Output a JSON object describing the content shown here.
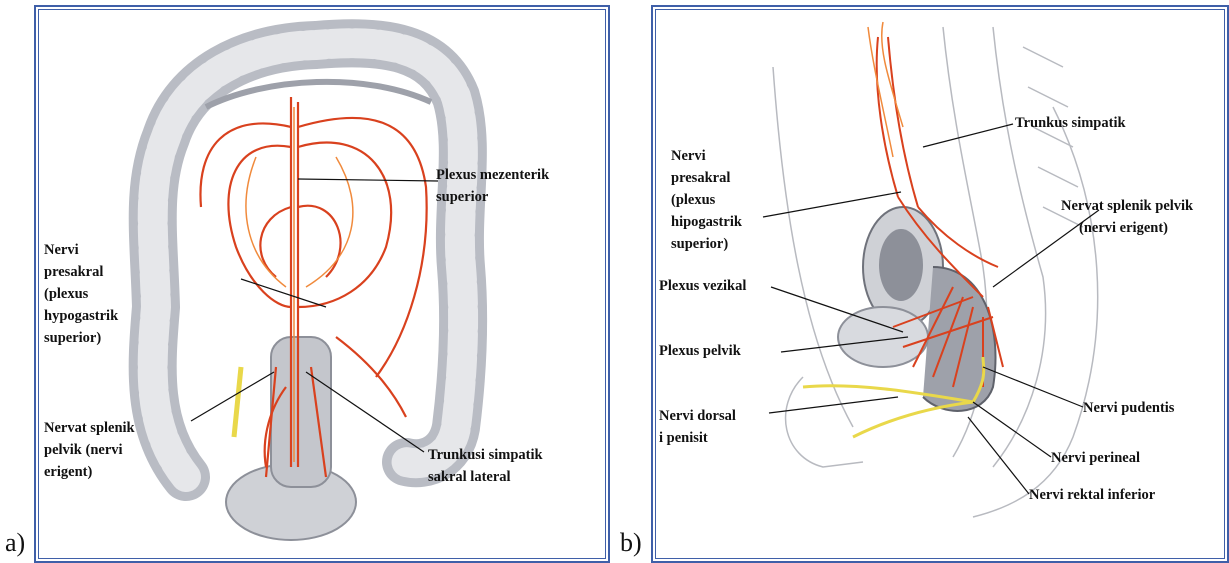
{
  "panels": [
    {
      "letter": "a)",
      "labels": {
        "plexus_mezenterik": [
          "Plexus mezenterik",
          "superior"
        ],
        "nervi_presakral": [
          "Nervi",
          "presakral",
          "(plexus",
          "hypogastrik",
          "superior)"
        ],
        "nervat_splenik": [
          "Nervat splenik",
          "pelvik (nervi",
          "erigent)"
        ],
        "trunkusi_simpatik": [
          "Trunkusi simpatik",
          "sakral lateral"
        ]
      }
    },
    {
      "letter": "b)",
      "labels": {
        "trunkus_simpatik": [
          "Trunkus simpatik"
        ],
        "nervi_presakral": [
          "Nervi",
          "presakral",
          "(plexus",
          "hipogastrik",
          "superior)"
        ],
        "nervat_splenik": [
          "Nervat splenik pelvik",
          "(nervi erigent)"
        ],
        "plexus_vezikal": [
          "Plexus vezikal"
        ],
        "plexus_pelvik": [
          "Plexus pelvik"
        ],
        "nervi_dorsal": [
          "Nervi dorsal",
          "i penisit"
        ],
        "nervi_pudentis": [
          "Nervi pudentis"
        ],
        "nervi_perineal": [
          "Nervi perineal"
        ],
        "nervi_rektal": [
          "Nervi rektal inferior"
        ]
      }
    }
  ],
  "colors": {
    "frame": "#3f5fa8",
    "nerve": "#d9411e",
    "nerve_light": "#f08a3c",
    "plexus_yellow": "#e9d84a",
    "colon": "#b9bcc4"
  }
}
